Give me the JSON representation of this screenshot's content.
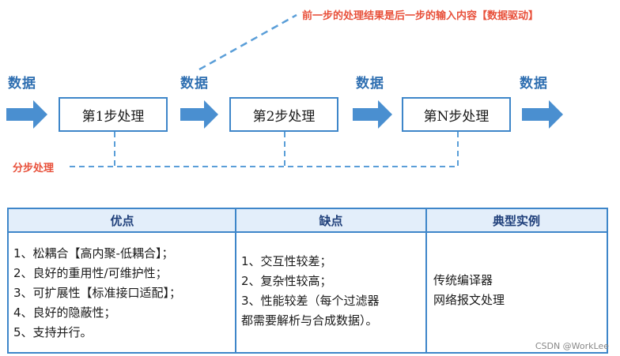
{
  "diagram": {
    "data_label": "数据",
    "steps": [
      "第1步处理",
      "第2步处理",
      "第N步处理"
    ],
    "top_note": "前一步的处理结果是后一步的输入内容【数据驱动】",
    "side_note": "分步处理"
  },
  "table": {
    "headers": [
      "优点",
      "缺点",
      "典型实例"
    ],
    "pros": [
      "1、松耦合【高内聚-低耦合】；",
      "2、良好的重用性/可维护性；",
      "3、可扩展性【标准接口适配】；",
      "4、良好的隐蔽性；",
      "5、支持并行。"
    ],
    "cons": [
      "1、交互性较差；",
      "2、复杂性较高；",
      "3、性能较差（每个过滤器",
      "都需要解析与合成数据）。"
    ],
    "examples": [
      "传统编译器",
      "网络报文处理"
    ]
  },
  "colors": {
    "blue": "#3e86c9",
    "arrow": "#4a8fd0",
    "red": "#e8503a",
    "header_bg": "#e3eefa"
  },
  "watermark": "CSDN @WorkLee"
}
